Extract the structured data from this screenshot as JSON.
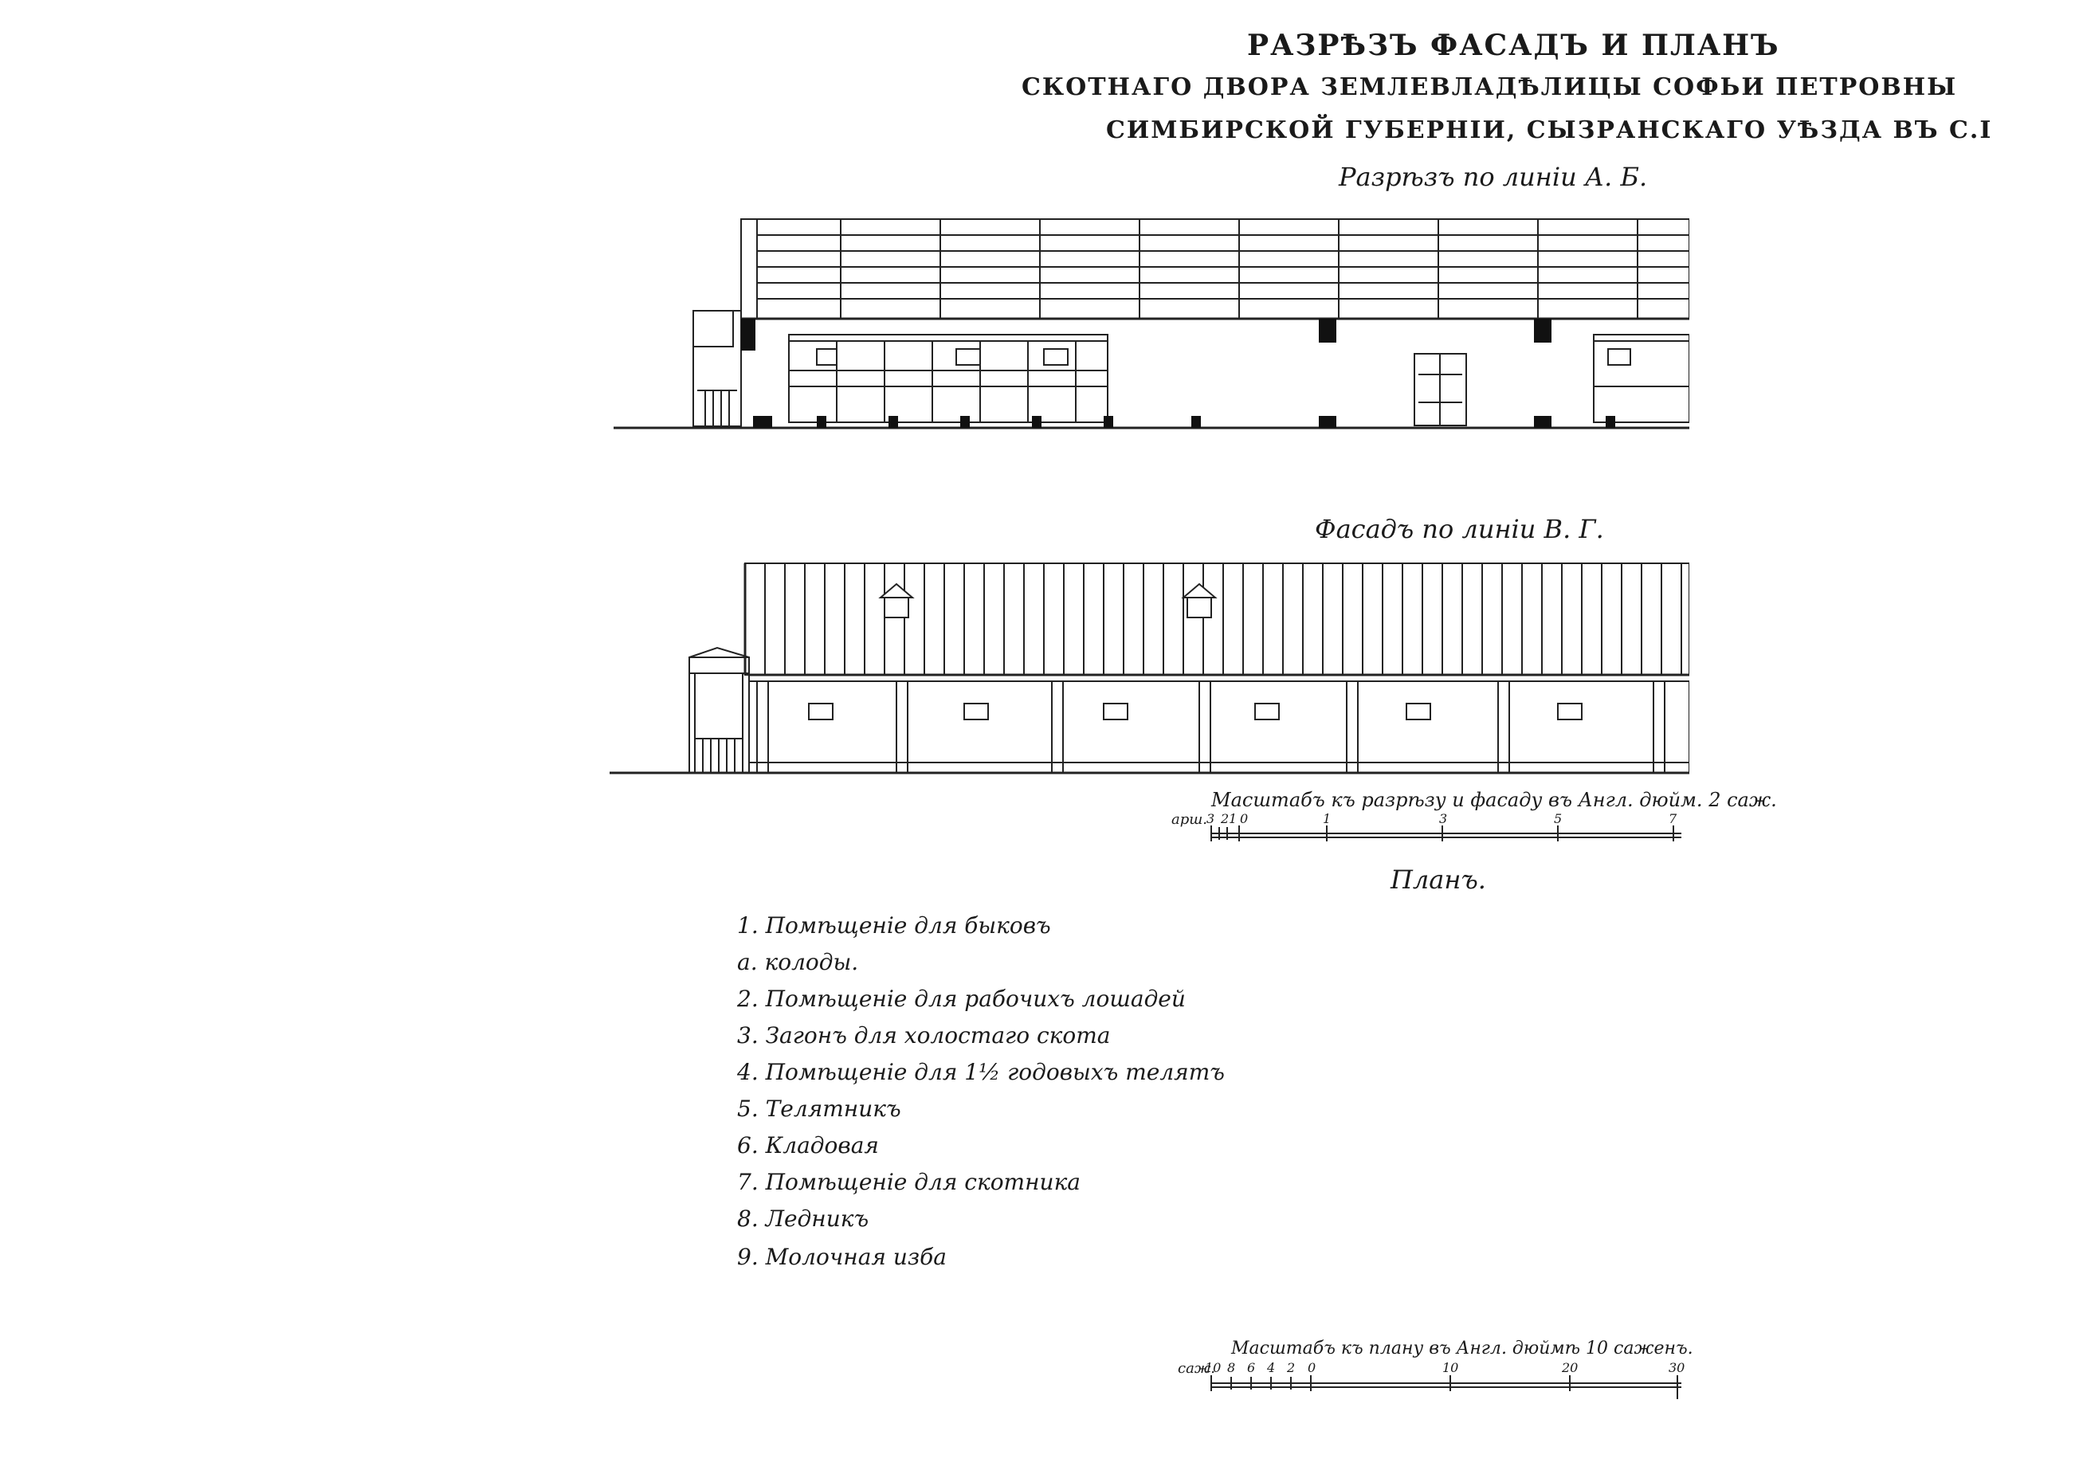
{
  "title": {
    "line1": "РАЗРѢЗЪ ФАСАДЪ И ПЛАНЪ",
    "line2": "СКОТНАГО ДВОРА ЗЕМЛЕВЛАДѢЛИЦЫ СОФЬИ ПЕТРОВНЫ",
    "line3": "СИМБИРСКОЙ ГУБЕРНІИ, СЫЗРАНСКАГО УѢЗДА ВЪ С.І"
  },
  "section_label": "Разрѣзъ по линіи А. Б.",
  "facade_label": "Фасадъ по линіи В. Г.",
  "plan_label": "Планъ.",
  "scale1": {
    "caption": "Масштабъ къ разрѣзу и фасаду въ Англ. дюйм. 2 саж.",
    "unit": "арш.",
    "ticks": [
      "3",
      "2",
      "1",
      "0",
      "1",
      "3",
      "5",
      "7"
    ]
  },
  "scale2": {
    "caption": "Масштабъ къ плану въ Англ. дюймѣ 10 саженъ.",
    "unit": "саж.",
    "ticks": [
      "10",
      "8",
      "6",
      "4",
      "2",
      "0",
      "10",
      "20",
      "30"
    ]
  },
  "legend": [
    "1. Помѣщеніе для быковъ",
    "а. колоды.",
    "2. Помѣщеніе для рабочихъ лошадей",
    "3. Загонъ для холостаго скота",
    "4. Помѣщеніе для 1½ годовыхъ телятъ",
    "5. Телятникъ",
    "6. Кладовая",
    "7. Помѣщеніе для скотника",
    "8. Ледникъ",
    "9. Молочная изба"
  ]
}
